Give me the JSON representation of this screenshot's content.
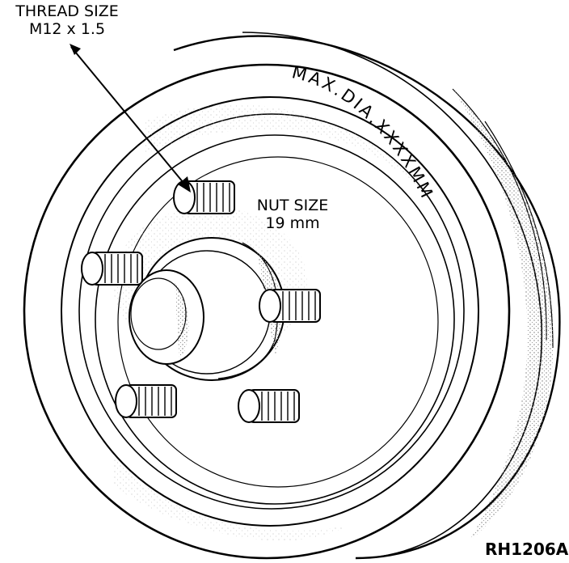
{
  "labels": {
    "thread_size": {
      "line1": "THREAD SIZE",
      "line2": "M12 x 1.5"
    },
    "nut_size": {
      "line1": "NUT SIZE",
      "line2": "19 mm"
    },
    "max_dia": "MAX.DIA.XXXXMM",
    "figure_id": "RH1206A"
  },
  "colors": {
    "ink": "#000000",
    "paper": "#ffffff",
    "shade": "#9a9a9a"
  }
}
